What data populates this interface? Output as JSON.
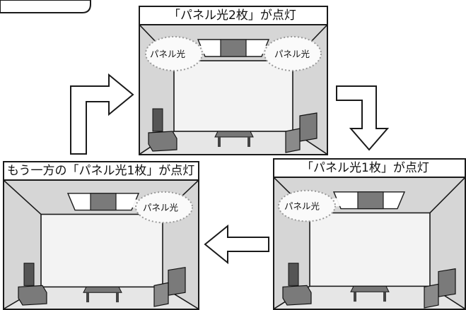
{
  "header_tab": "",
  "panels": {
    "top": {
      "title": "「パネル光2枚」が点灯",
      "labels": [
        "パネル光",
        "パネル光"
      ]
    },
    "right": {
      "title": "「パネル光1枚」が点灯",
      "labels": [
        "パネル光"
      ]
    },
    "left": {
      "title": "もう一方の「パネル光1枚」が点灯",
      "labels": [
        "パネル光"
      ]
    }
  },
  "arrows": [
    "arrow-top-right-down",
    "arrow-right-to-left",
    "arrow-left-up-right"
  ],
  "colors": {
    "wall": "#d6d6d6",
    "floor": "#e3e3e3",
    "line": "#1a1a1a",
    "furniture": "#6e6e6e",
    "glow": "#ffffff",
    "arrow": "#ffffff"
  }
}
